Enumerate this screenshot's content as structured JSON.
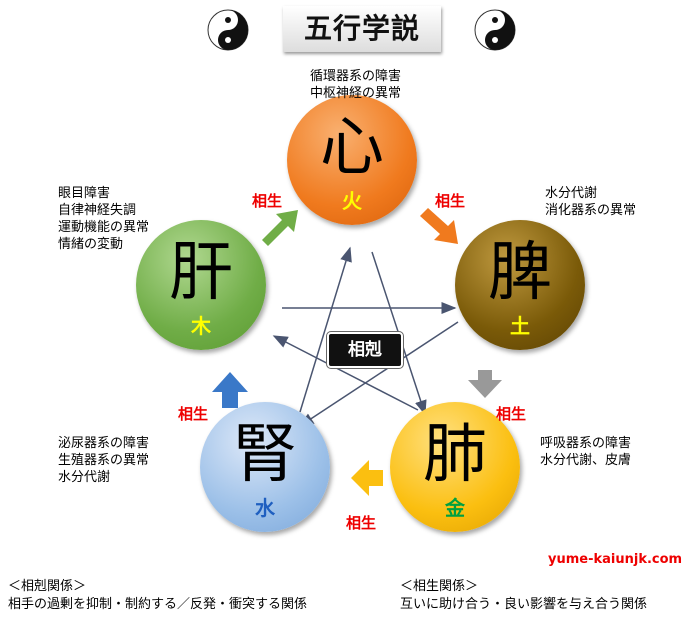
{
  "title": "五行学説",
  "center_label": "相剋",
  "sousei_label": "相生",
  "organs": [
    {
      "organ": "心",
      "element": "火",
      "notes": [
        "循環器系の障害",
        "中枢神経の異常"
      ],
      "color": "#f07a1e",
      "element_color": "#ffff00"
    },
    {
      "organ": "脾",
      "element": "土",
      "notes": [
        "水分代謝",
        "消化器系の異常"
      ],
      "color": "#7a5a08",
      "element_color": "#ffff00"
    },
    {
      "organ": "肺",
      "element": "金",
      "notes": [
        "呼吸器系の障害",
        "水分代謝、皮膚"
      ],
      "color": "#fbbf10",
      "element_color": "#00a040"
    },
    {
      "organ": "腎",
      "element": "水",
      "notes": [
        "泌尿器系の障害",
        "生殖器系の異常",
        "水分代謝"
      ],
      "color": "#9cc0e8",
      "element_color": "#1f5fc0"
    },
    {
      "organ": "肝",
      "element": "木",
      "notes": [
        "眼目障害",
        "自律神経失調",
        "運動機能の異常",
        "情緒の変動"
      ],
      "color": "#70ad47",
      "element_color": "#ffff00"
    }
  ],
  "url": "yume-kaiunjk.com",
  "footer": {
    "sokoku_heading": "＜相剋関係＞",
    "sokoku_text": "相手の過剰を抑制・制約する／反発・衝突する関係",
    "sousei_heading": "＜相生関係＞",
    "sousei_text": "互いに助け合う・良い影響を与え合う関係"
  }
}
